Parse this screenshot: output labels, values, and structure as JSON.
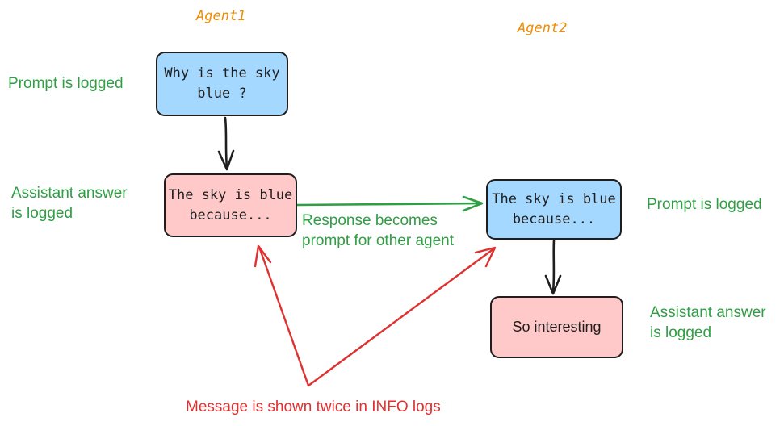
{
  "colors": {
    "box_blue": "#a5d8ff",
    "box_pink": "#ffc9c9",
    "green": "#2f9e44",
    "red": "#e03131",
    "orange": "#f08c00",
    "stroke": "#1e1e1e"
  },
  "agents": {
    "agent1": "Agent1",
    "agent2": "Agent2"
  },
  "agent1": {
    "prompt_box": "Why is the sky\nblue ?",
    "answer_box": "The sky is blue\nbecause...",
    "prompt_note": "Prompt is logged",
    "answer_note": "Assistant answer\nis logged"
  },
  "agent2": {
    "prompt_box": "The sky is blue\nbecause...",
    "answer_box": "So interesting",
    "prompt_note": "Prompt is logged",
    "answer_note": "Assistant answer\nis logged"
  },
  "transfer_label": "Response becomes\nprompt for other agent",
  "bottom_note": "Message is shown twice in INFO logs"
}
